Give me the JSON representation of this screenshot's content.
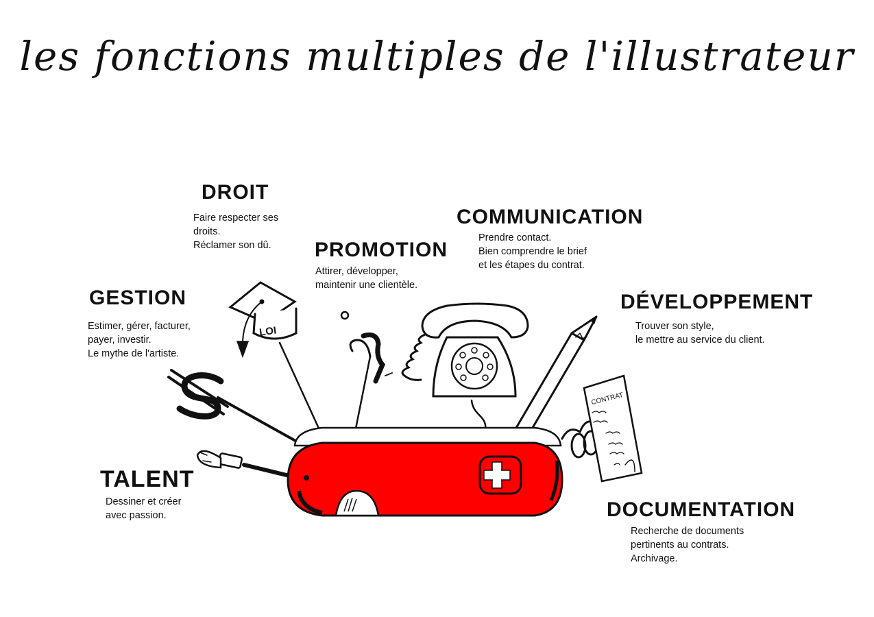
{
  "title": "les fonctions multiples de l'illustrateur",
  "colors": {
    "knife_red": "#ff0000",
    "ink": "#111111",
    "background": "#ffffff"
  },
  "sections": {
    "droit": {
      "heading": "DROIT",
      "lines": [
        "Faire respecter ses",
        "droits.",
        "Réclamer son dû."
      ],
      "icon": "graduation-cap-icon"
    },
    "promotion": {
      "heading": "PROMOTION",
      "lines": [
        "Attirer, développer,",
        "maintenir une clientèle."
      ],
      "icon": "fishing-hook-worm-icon"
    },
    "communication": {
      "heading": "COMMUNICATION",
      "lines": [
        "Prendre contact.",
        "Bien comprendre le brief",
        "et les étapes du contrat."
      ],
      "icon": "telephone-icon"
    },
    "gestion": {
      "heading": "GESTION",
      "lines": [
        "Estimer, gérer, facturer,",
        "payer, investir.",
        "Le mythe de l'artiste."
      ],
      "icon": "dollar-sign-icon"
    },
    "developpement": {
      "heading": "DÉVELOPPEMENT",
      "lines": [
        "Trouver son style,",
        "le mettre au service du client."
      ],
      "icon": "pencil-icon"
    },
    "talent": {
      "heading": "TALENT",
      "lines": [
        "Dessiner et créer",
        "avec passion."
      ],
      "icon": "paintbrush-icon"
    },
    "documentation": {
      "heading": "DOCUMENTATION",
      "lines": [
        "Recherche de documents",
        "pertinents au contrats.",
        "Archivage."
      ],
      "icon": "contract-document-icon"
    }
  },
  "illustration": {
    "cap_label": "LOI",
    "contract_label": "CONTRAT"
  }
}
